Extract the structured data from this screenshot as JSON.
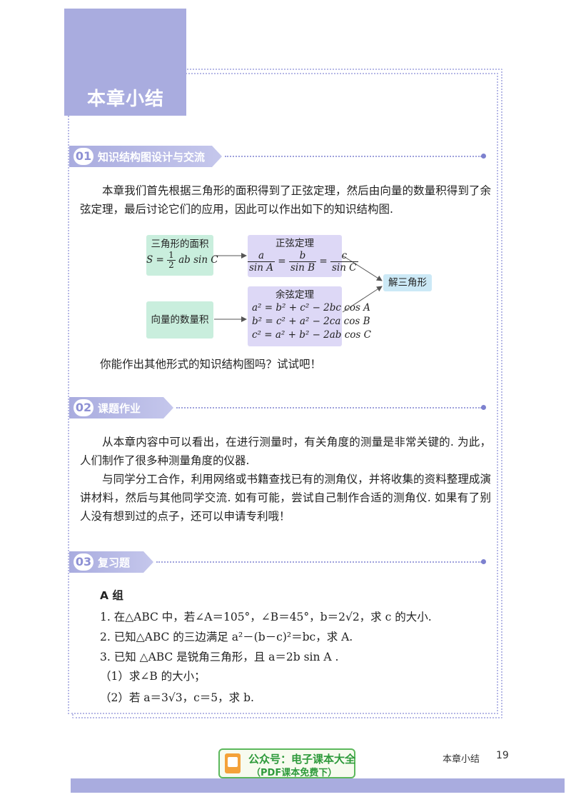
{
  "chapter_title": "本章小结",
  "sections": [
    {
      "num": "01",
      "title": "知识结构图设计与交流"
    },
    {
      "num": "02",
      "title": "课题作业"
    },
    {
      "num": "03",
      "title": "复习题"
    }
  ],
  "intro_paragraph": "本章我们首先根据三角形的面积得到了正弦定理，然后由向量的数量积得到了余弦定理，最后讨论它们的应用，因此可以作出如下的知识结构图.",
  "diagram": {
    "area_title": "三角形的面积",
    "area_formula": {
      "lhs": "S =",
      "num": "1",
      "den": "2",
      "rhs": "ab sin C"
    },
    "sine_title": "正弦定理",
    "sine_fracs": [
      {
        "num": "a",
        "den": "sin A"
      },
      {
        "num": "b",
        "den": "sin B"
      },
      {
        "num": "c",
        "den": "sin C"
      }
    ],
    "sine_eq": "=",
    "vector_label": "向量的数量积",
    "cosine_title": "余弦定理",
    "cosine_formulas": [
      "a² = b² + c² − 2bc cos A",
      "b² = c² + a² − 2ca cos B",
      "c² = a² + b² − 2ab cos C"
    ],
    "result": "解三角形"
  },
  "diagram_question": "你能作出其他形式的知识结构图吗？试试吧！",
  "project_paragraphs": [
    "从本章内容中可以看出，在进行测量时，有关角度的测量是非常关键的. 为此，人们制作了很多种测量角度的仪器.",
    "与同学分工合作，利用网络或书籍查找已有的测角仪，并将收集的资料整理成演讲材料，然后与其他同学交流. 如有可能，尝试自己制作合适的测角仪. 如果有了别人没有想到过的点子，还可以申请专利哦！"
  ],
  "review": {
    "group": "A 组",
    "items": [
      "1. 在△ABC 中，若∠A＝105°，∠B＝45°，b＝2√2，求 c 的大小.",
      "2. 已知△ABC 的三边满足 a²－(b－c)²＝bc，求 A.",
      "3. 已知 △ABC 是锐角三角形，且 a＝2b sin A .",
      "（1）求∠B 的大小；",
      "（2）若 a＝3√3，c＝5，求 b."
    ]
  },
  "footer": {
    "label": "本章小结",
    "page": "19"
  },
  "watermark": {
    "line1": "公众号：电子课本大全",
    "line2": "（PDF课本免费下）"
  }
}
